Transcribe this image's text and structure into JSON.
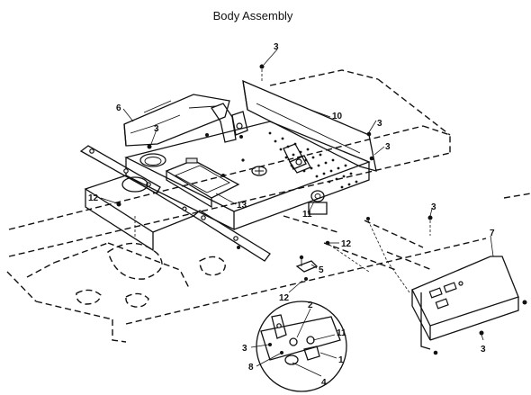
{
  "title": "Body Assembly",
  "callouts": {
    "c3a": "3",
    "c6": "6",
    "c10": "10",
    "c3b": "3",
    "c3c": "3",
    "c3d": "3",
    "c12a": "12",
    "c13": "13",
    "c11a": "11",
    "c3e": "3",
    "c12b": "12",
    "c7": "7",
    "c5": "5",
    "c12c": "12",
    "c2": "2",
    "c11b": "11",
    "c3f": "3",
    "c1": "1",
    "c8": "8",
    "c4": "4",
    "c3g": "3"
  }
}
